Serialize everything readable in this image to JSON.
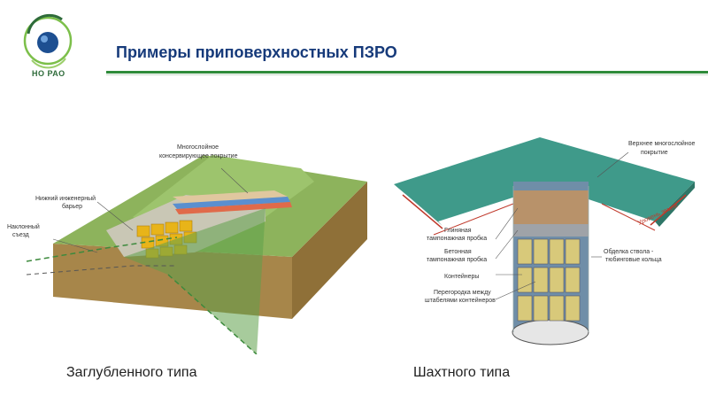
{
  "header": {
    "logo_text": "НО РАО",
    "title": "Примеры приповерхностных ПЗРО"
  },
  "left": {
    "labels": {
      "cover": [
        "Многослойное",
        "консервирующее покрытие"
      ],
      "barrier": [
        "Нижний инженерный",
        "барьер"
      ],
      "ramp": [
        "Наклонный",
        "съезд"
      ]
    },
    "caption": "Заглубленного типа"
  },
  "right": {
    "labels": {
      "top_cover": [
        "Верхнее многослойное",
        "покрытие"
      ],
      "ground_level": "Уровень земли",
      "clay_plug": [
        "Глиняная",
        "тампонажная пробка"
      ],
      "concrete_plug": [
        "Бетонная",
        "тампонажная пробка"
      ],
      "containers": "Контейнеры",
      "partition": [
        "Перегородка между",
        "штабелями контейнеров"
      ],
      "lining": [
        "Обделка ствола -",
        "тюбинговые кольца"
      ]
    },
    "caption": "Шахтного типа"
  },
  "colors": {
    "title": "#163a7a",
    "accent_line": "#2e8b3a",
    "ground_brown": "#a7864a",
    "grass_green": "#7aa24e",
    "cover_teal": "#3f9a8a",
    "container_yellow": "#e8b419"
  }
}
